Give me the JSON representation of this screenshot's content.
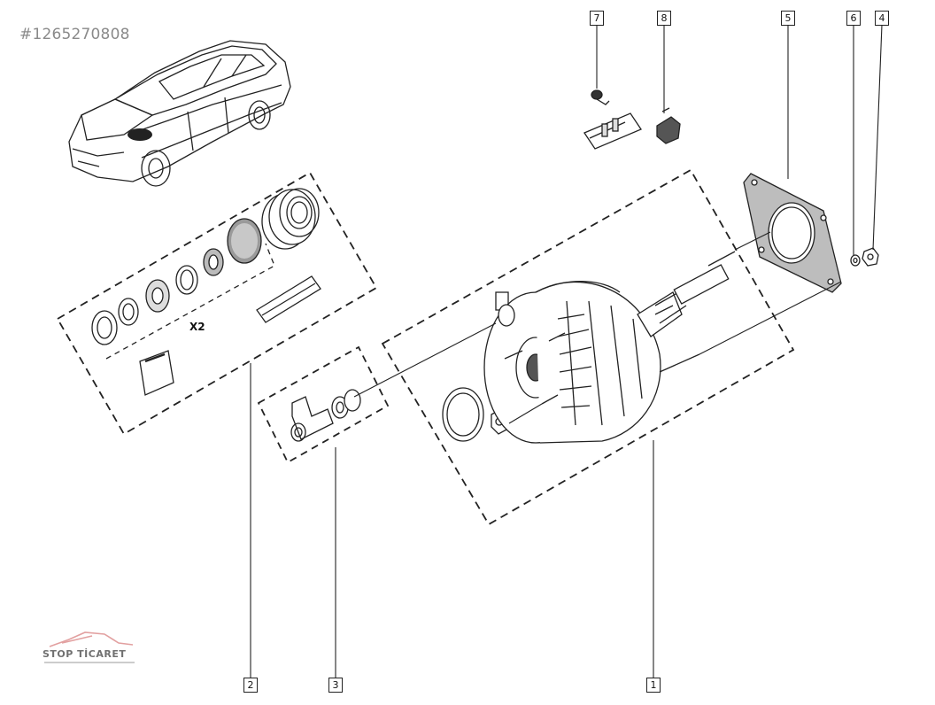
{
  "reference_id": "#1265270808",
  "watermark": {
    "text": "STOP TİCARET"
  },
  "quantity_note": "X2",
  "callouts": {
    "c1": "1",
    "c2": "2",
    "c3": "3",
    "c4": "4",
    "c5": "5",
    "c6": "6",
    "c7": "7",
    "c8": "8"
  },
  "colors": {
    "line": "#222222",
    "watermark_red": "#e2a0a0",
    "text_gray": "#8a8a8a"
  }
}
